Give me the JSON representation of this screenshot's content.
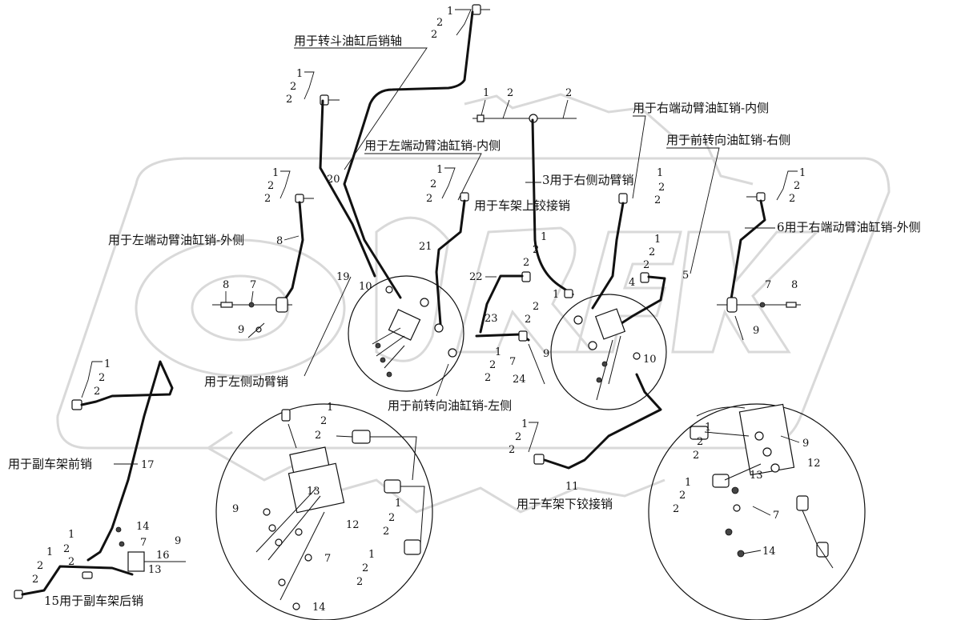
{
  "labels": {
    "rear_pin_bucket_cyl": "用于转斗油缸后销轴",
    "left_arm_cyl_inner": "用于左端动臂油缸销-内侧",
    "right_arm_cyl_inner": "用于右端动臂油缸销-内侧",
    "front_steer_cyl_right": "用于前转向油缸销-右侧",
    "right_arm_pin_3": "3用于右侧动臂销",
    "frame_upper_hinge": "用于车架上铰接销",
    "left_arm_cyl_outer": "用于左端动臂油缸销-外侧",
    "right_arm_cyl_outer": "6用于右端动臂油缸销-外侧",
    "left_arm_pin": "用于左侧动臂销",
    "front_steer_cyl_left": "用于前转向油缸销-左侧",
    "frame_lower_hinge": "用于车架下铰接销",
    "sub_frame_front": "用于副车架前销",
    "sub_frame_rear_15": "15用于副车架后销"
  },
  "callouts": {
    "n1": "1",
    "n2": "2",
    "n4": "4",
    "n5": "5",
    "n7": "7",
    "n8": "8",
    "n9": "9",
    "n10": "10",
    "n11": "11",
    "n12": "12",
    "n13": "13",
    "n14": "14",
    "n16": "16",
    "n17": "17",
    "n19": "19",
    "n20": "20",
    "n21": "21",
    "n22": "22",
    "n23": "23",
    "n24": "24"
  },
  "watermark": {
    "text": "OREX",
    "color": "#d9d9d9"
  }
}
